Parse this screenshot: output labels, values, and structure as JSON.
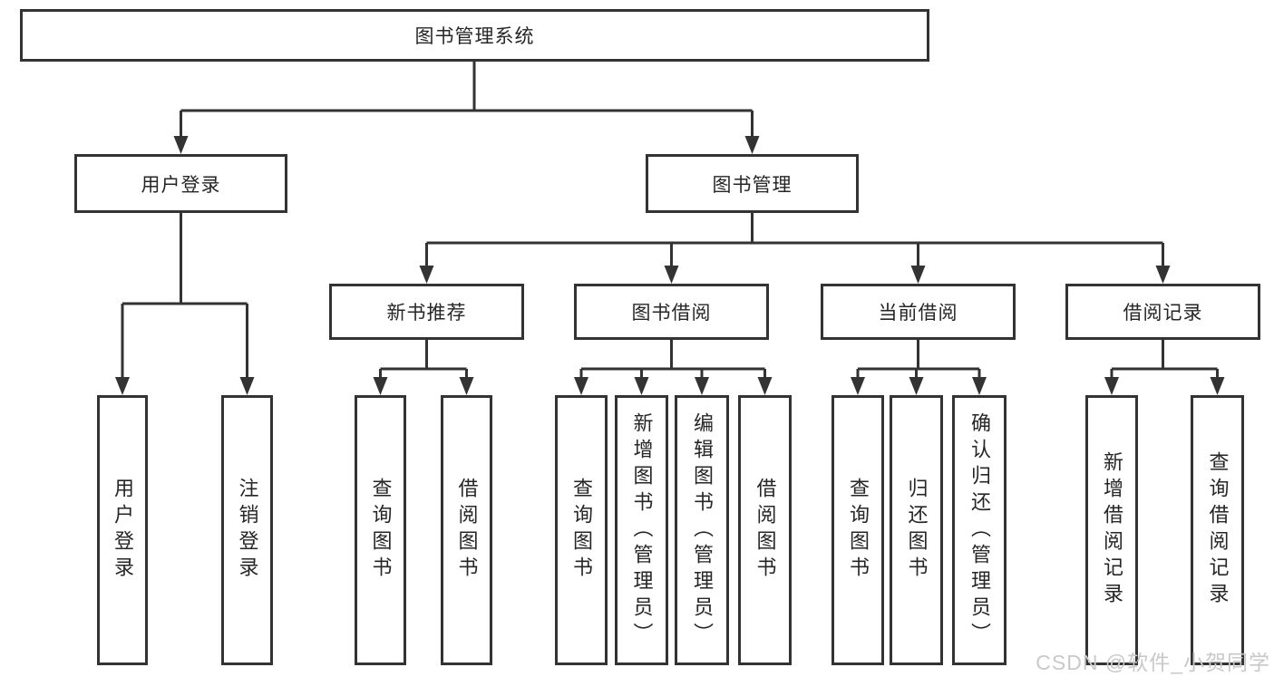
{
  "tree": {
    "label": "图书管理系统",
    "children": [
      {
        "label": "用户登录",
        "children": [
          {
            "label": "用户登录"
          },
          {
            "label": "注销登录"
          }
        ]
      },
      {
        "label": "图书管理",
        "children": [
          {
            "label": "新书推荐",
            "children": [
              {
                "label": "查询图书"
              },
              {
                "label": "借阅图书"
              }
            ]
          },
          {
            "label": "图书借阅",
            "children": [
              {
                "label": "查询图书"
              },
              {
                "label": "新增图书（管理员）"
              },
              {
                "label": "编辑图书（管理员）"
              },
              {
                "label": "借阅图书"
              }
            ]
          },
          {
            "label": "当前借阅",
            "children": [
              {
                "label": "查询图书"
              },
              {
                "label": "归还图书"
              },
              {
                "label": "确认归还（管理员）"
              }
            ]
          },
          {
            "label": "借阅记录",
            "children": [
              {
                "label": "新增借阅记录"
              },
              {
                "label": "查询借阅记录"
              }
            ]
          }
        ]
      }
    ]
  },
  "watermark": {
    "text": "CSDN @软件_小贺同学"
  },
  "colors": {
    "line": "#333333",
    "border": "#333333",
    "text": "#262626",
    "background": "#ffffff",
    "watermark": "#c9c9c9"
  }
}
